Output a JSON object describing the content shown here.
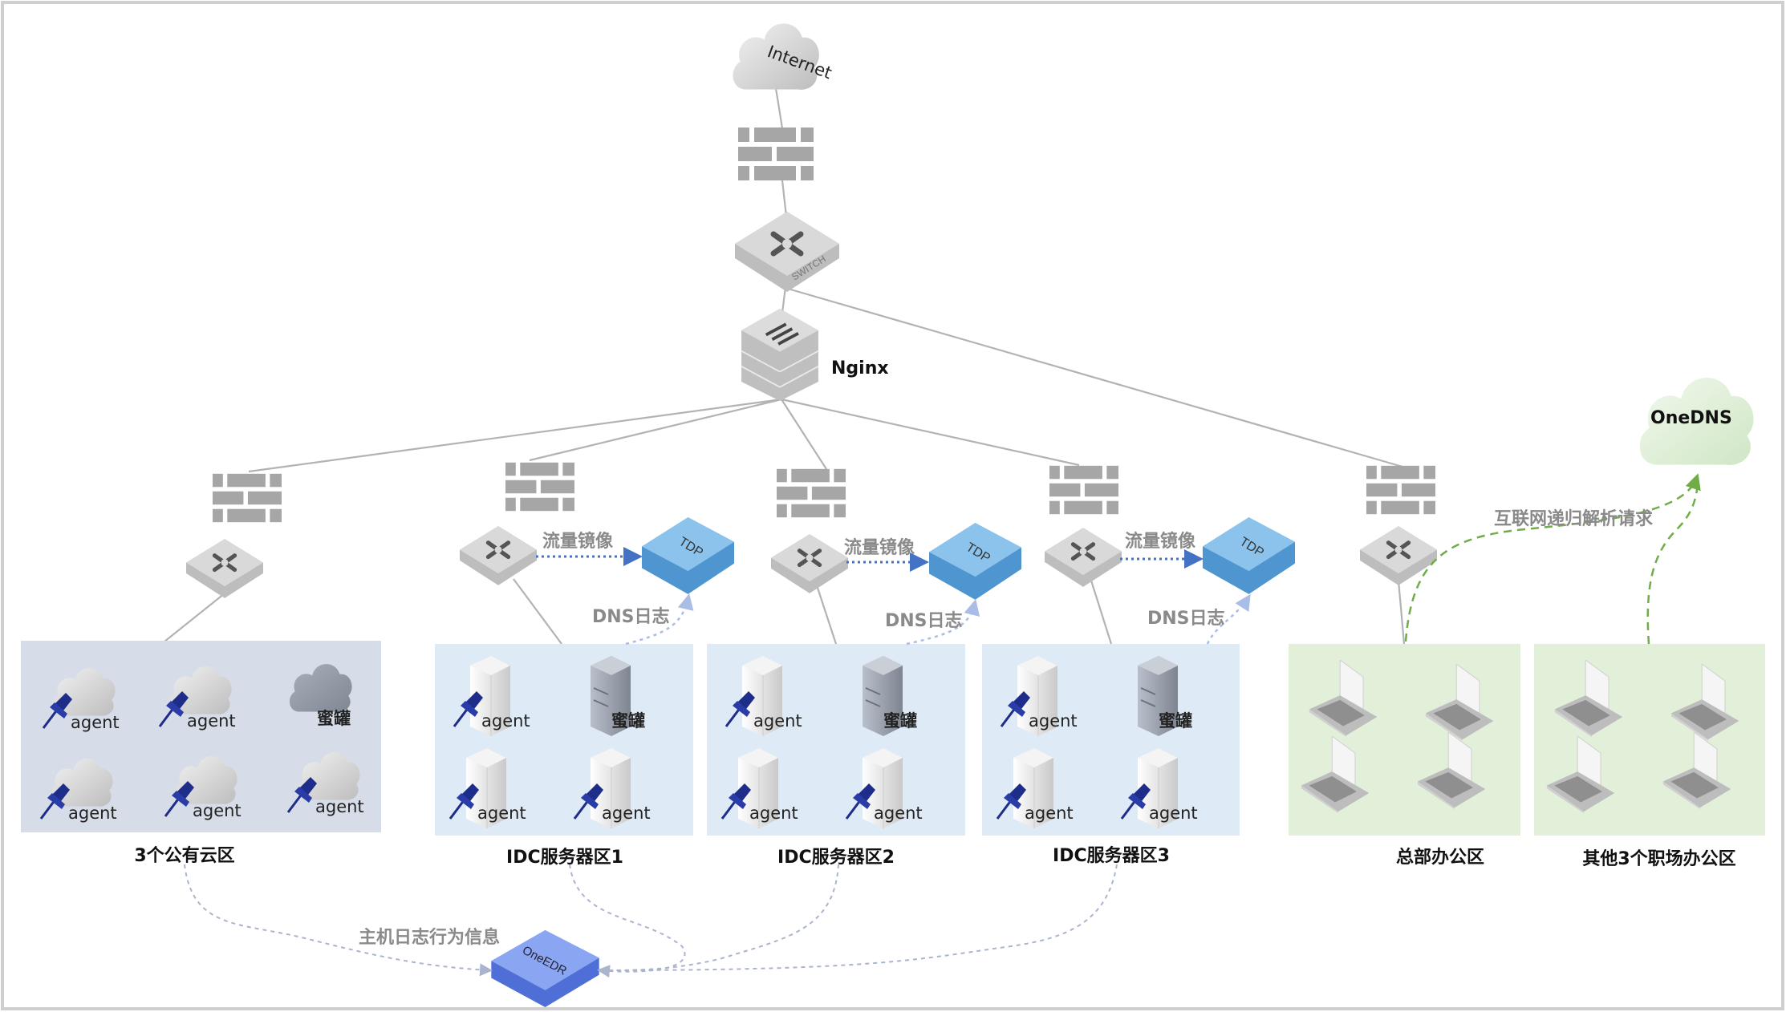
{
  "nodes": {
    "internet": "Internet",
    "nginx": "Nginx",
    "onedns": "OneDNS",
    "oneedr": "OneEDR",
    "tdp": "TDP",
    "switch": "SWITCH"
  },
  "flows": {
    "mirror": "流量镜像",
    "dns_log": "DNS日志",
    "recursive_dns": "互联网递归解析请求",
    "host_log": "主机日志行为信息"
  },
  "zones": [
    {
      "label": "3个公有云区",
      "color": "#d6dde8",
      "items": [
        "agent",
        "agent",
        "蜜罐",
        "agent",
        "agent",
        "agent"
      ]
    },
    {
      "label": "IDC服务器区1",
      "color": "#deeaf6",
      "items": [
        "agent",
        "蜜罐",
        "agent",
        "agent"
      ]
    },
    {
      "label": "IDC服务器区2",
      "color": "#deeaf6",
      "items": [
        "agent",
        "蜜罐",
        "agent",
        "agent"
      ]
    },
    {
      "label": "IDC服务器区3",
      "color": "#deeaf6",
      "items": [
        "agent",
        "蜜罐",
        "agent",
        "agent"
      ]
    },
    {
      "label": "总部办公区",
      "color": "#e2efd9",
      "items": []
    },
    {
      "label": "其他3个职场办公区",
      "color": "#e2efd9",
      "items": []
    }
  ],
  "icons": [
    "cloud-icon",
    "firewall-icon",
    "switch-icon",
    "load-balancer-icon",
    "server-icon",
    "honeypot-server-icon",
    "laptop-icon",
    "tdp-appliance-icon",
    "pin-icon"
  ],
  "colors": {
    "tdp": "#6aaee0",
    "oneedr": "#7d9ef0",
    "mirror_arrow": "#4472c4",
    "dns_arrow": "#70ad47",
    "device_gray": "#a6a6a6"
  }
}
